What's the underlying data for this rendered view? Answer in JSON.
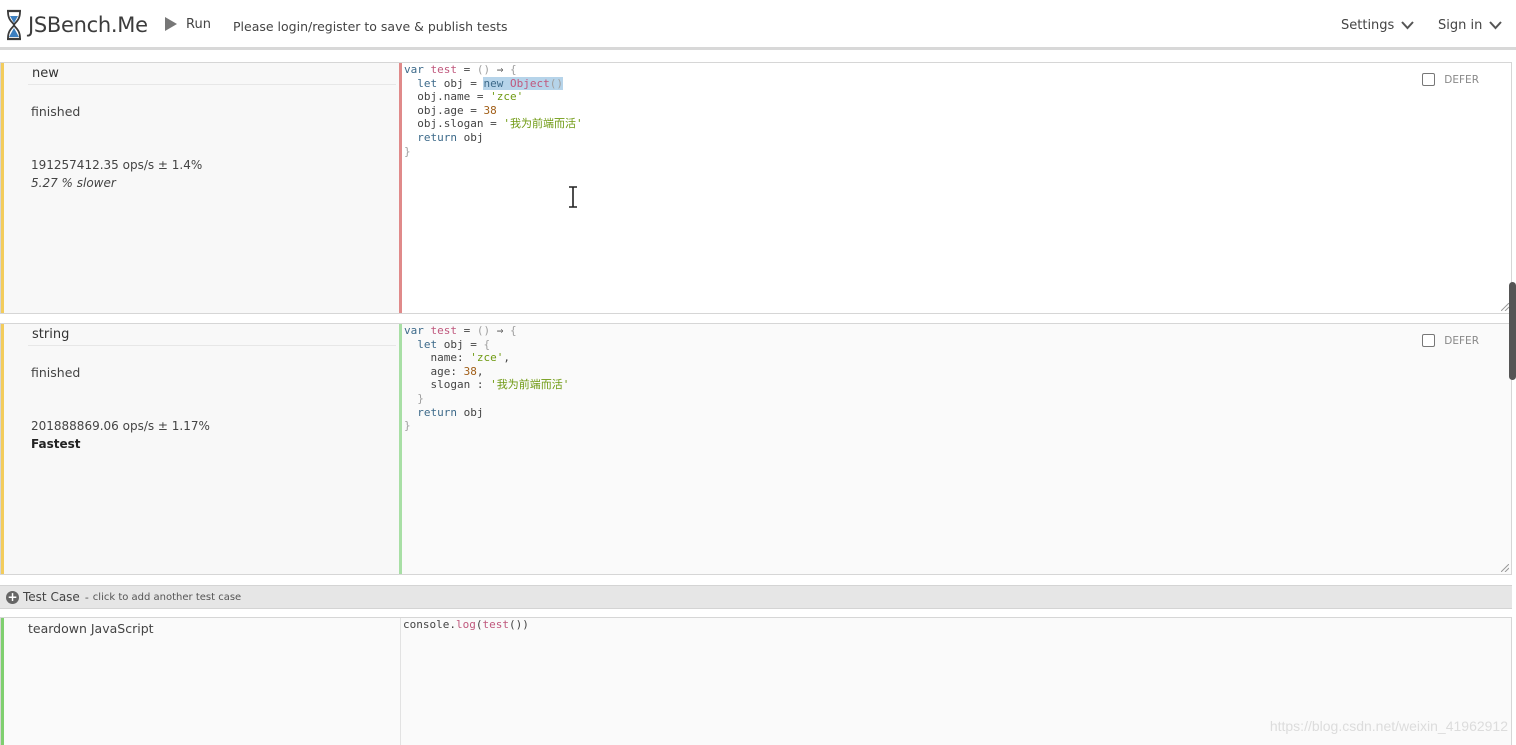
{
  "navbar": {
    "brand": "JSBench.Me",
    "run_label": "Run",
    "login_message": "Please login/register to save & publish tests",
    "settings_label": "Settings",
    "signin_label": "Sign in"
  },
  "cases": [
    {
      "title": "new",
      "status": "finished",
      "ops": "191257412.35 ops/s ± 1.4%",
      "comparison": "5.27 % slower",
      "defer_label": "DEFER",
      "code_lines": [
        "var test = () ⇒ {",
        "  let obj = new Object()",
        "  obj.name = 'zce'",
        "  obj.age = 38",
        "  obj.slogan = '我为前端而活'",
        "  return obj",
        "}"
      ]
    },
    {
      "title": "string",
      "status": "finished",
      "ops": "201888869.06 ops/s ± 1.17%",
      "comparison": "Fastest",
      "defer_label": "DEFER",
      "code_lines": [
        "var test = () ⇒ {",
        "  let obj = {",
        "    name: 'zce',",
        "    age: 38,",
        "    slogan : '我为前端而活'",
        "  }",
        "  return obj",
        "}"
      ]
    }
  ],
  "add_case": {
    "label": "Test Case",
    "separator": "-",
    "hint": "click to add another test case"
  },
  "teardown": {
    "title": "teardown JavaScript",
    "code": "console.log(test())"
  },
  "watermark": "https://blog.csdn.net/weixin_41962912",
  "colors": {
    "panel_left_border": "#f3cc5c",
    "code_border_red": "#e08a8a",
    "code_border_green": "#a8dfa5",
    "teardown_border": "#7fcf6f"
  }
}
